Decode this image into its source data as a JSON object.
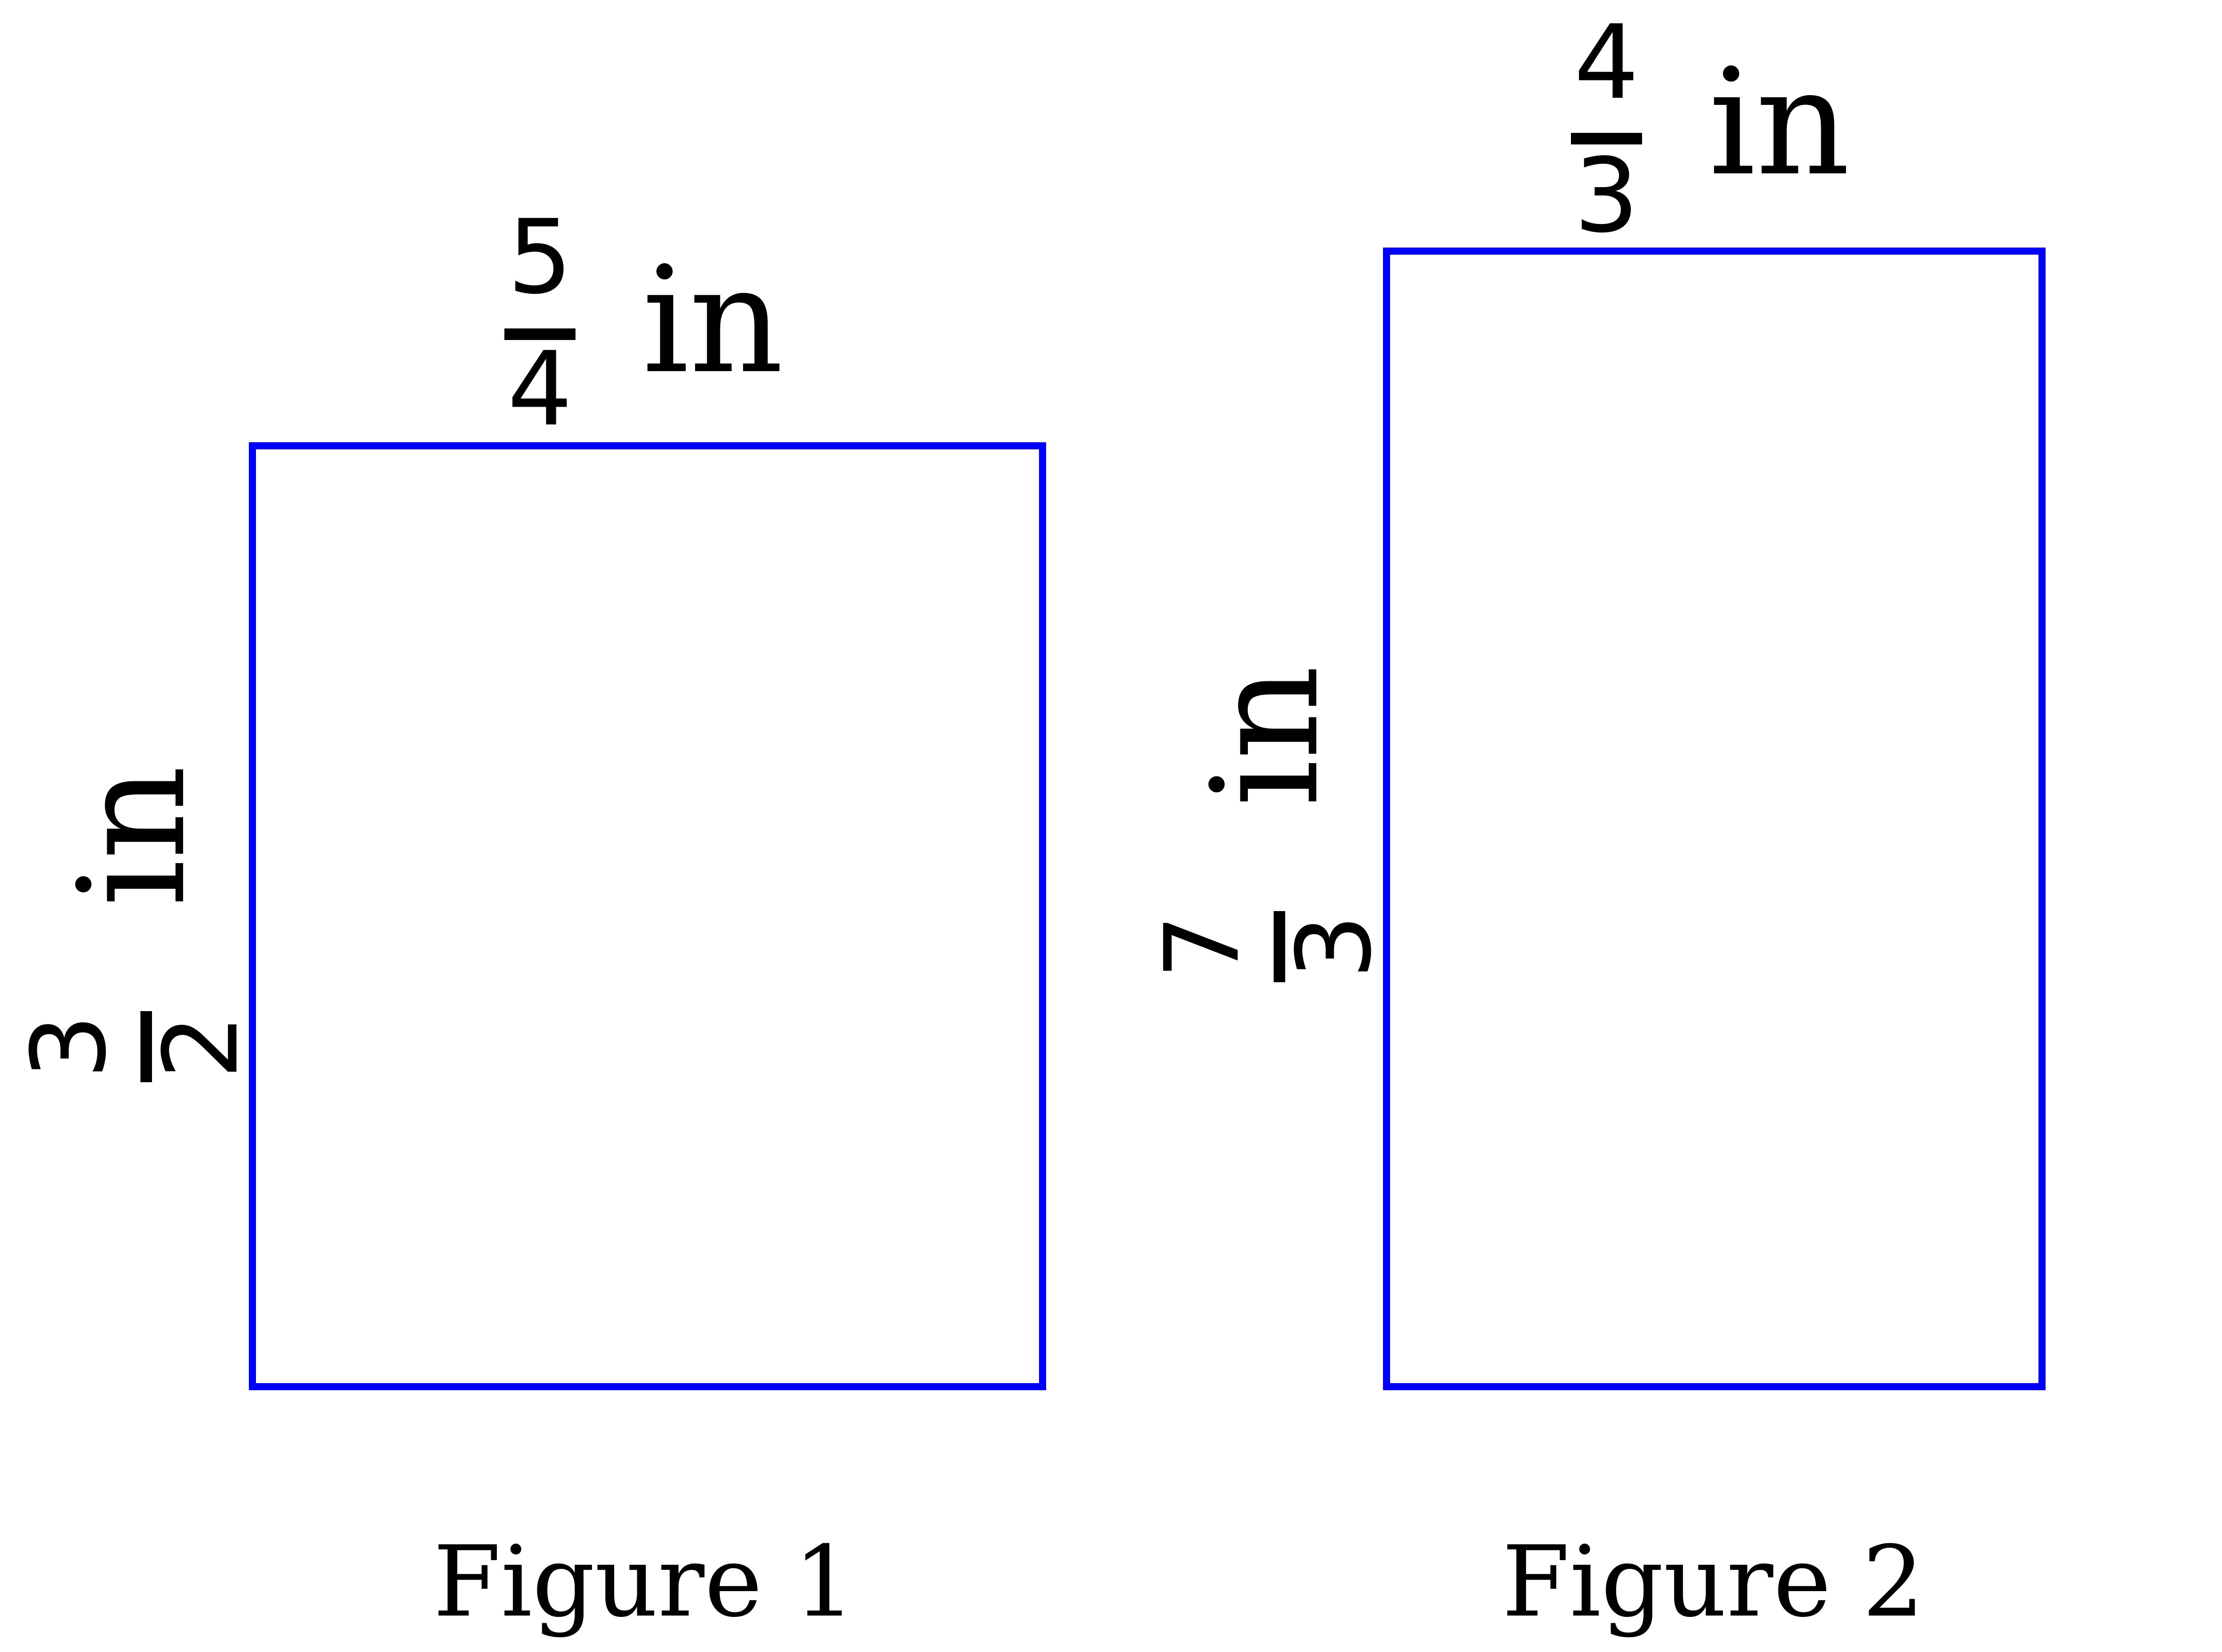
{
  "figures": [
    {
      "caption": "Figure 1",
      "width": {
        "numerator": "5",
        "denominator": "4",
        "unit": "in"
      },
      "height": {
        "numerator": "3",
        "denominator": "2",
        "unit": "in"
      }
    },
    {
      "caption": "Figure 2",
      "width": {
        "numerator": "4",
        "denominator": "3",
        "unit": "in"
      },
      "height": {
        "numerator": "7",
        "denominator": "3",
        "unit": "in"
      }
    }
  ],
  "colors": {
    "outline": "#0000ff",
    "text": "#000000"
  }
}
